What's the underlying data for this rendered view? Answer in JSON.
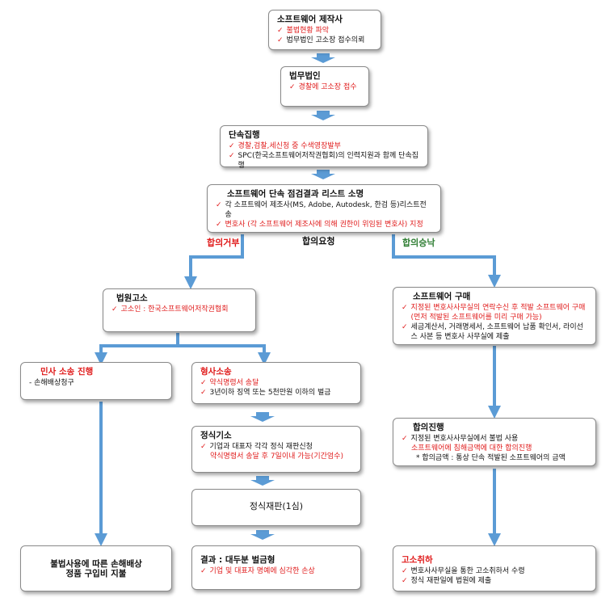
{
  "colors": {
    "arrow": "#5b9bd5",
    "red": "#e01b1b",
    "green": "#2e7d32"
  },
  "labels": {
    "reject": "합의거부",
    "request": "합의요청",
    "accept": "합의승낙"
  },
  "boxes": {
    "maker": {
      "title": "소프트웨어 제작사",
      "items": [
        {
          "text": "불법현황 파악",
          "red": true
        },
        {
          "text": "법무법인 고소장 접수의뢰",
          "red": false
        }
      ]
    },
    "law": {
      "title": "법무법인",
      "items": [
        {
          "text": "경찰에 고소장 접수",
          "red": true
        }
      ]
    },
    "crack": {
      "title": "단속집행",
      "items": [
        {
          "text": "경찰,검찰,세신청 중 수색영장발부",
          "red": true
        },
        {
          "text": "SPC(한국소프트웨어저작권협회)의 인력지원과 함께 단속집행",
          "red": false
        }
      ]
    },
    "result": {
      "title": "소프트웨어 단속 점검결과 리스트 소명",
      "items": [
        {
          "text": "각 소프트웨어 제조사(MS, Adobe, Autodesk, 한검 등)리스트전송",
          "red": false
        },
        {
          "text": "변호사 (각 소프트웨어 제조사에 의해 권한이 위임된 변호사) 지정",
          "red": true
        }
      ]
    },
    "court": {
      "title": "법원고소",
      "items": [
        {
          "text": "고소인 : 한국소프트웨어저작권협회",
          "red": true
        }
      ]
    },
    "purchase": {
      "title": "소프트웨어 구매",
      "items": [
        {
          "text": "지정된 변호사사무실의 연락수신 후 적발 소프트웨어 구매 (먼저 적발된 소프트웨어를 미리 구매 가능)",
          "red": true
        },
        {
          "text": "세금계산서, 거래명세서, 소프트웨어 납품 확인서, 라이선스 사본 등 변호사 사무실에 제출",
          "red": false
        }
      ]
    },
    "civil": {
      "title": "민사 소송 진행",
      "lines": [
        "- 손해배상청구"
      ]
    },
    "criminal": {
      "title": "형사소송",
      "items": [
        {
          "text": "약식명령서 송달",
          "red": true
        },
        {
          "text": "3년이하 징역 또는 5천만원 이하의 벌금",
          "red": false
        }
      ]
    },
    "formal": {
      "title": "정식기소",
      "items": [
        {
          "text": "기업과 대표자 각각 정식 재판신청",
          "red": false
        }
      ],
      "note": "약식명령서 송달 후 7일이내 가능(기간엄수)"
    },
    "trial": {
      "title": "정식재판(1심)"
    },
    "settle": {
      "title": "합의진행",
      "items": [
        {
          "text": "지정된 변호사사무실에서 불법 사용",
          "red": false
        }
      ],
      "line2": "소프트웨어에 침해금액에 대한 합의진행",
      "line3": "* 합의금액 : 통상 단속 적발된 소프트웨어의 금액"
    },
    "damages": {
      "line1": "불법사용에 따른 손해배상",
      "line2": "정품 구입비 지불"
    },
    "verdict": {
      "title": "결과 : 대두분 벌금형",
      "items": [
        {
          "text": "기업 및 대표자 명예에 심각한 손상",
          "red": true
        }
      ]
    },
    "withdraw": {
      "title": "고소취하",
      "items": [
        {
          "text": "변호사사무실을 통한 고소취하서 수령",
          "red": false
        },
        {
          "text": "정식 재판일에 법원에 제출",
          "red": false
        }
      ]
    }
  }
}
